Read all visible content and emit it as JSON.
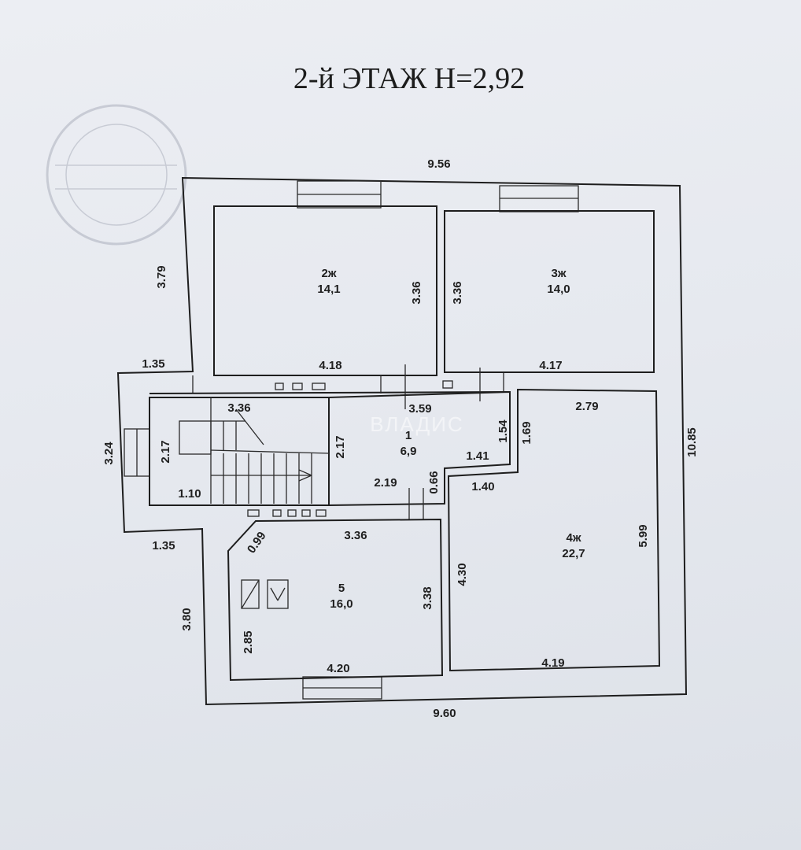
{
  "title": "2-й ЭТАЖ Н=2,92",
  "watermark": "ВЛАДИС",
  "rooms": [
    {
      "number": "2ж",
      "area": "14,1"
    },
    {
      "number": "3ж",
      "area": "14,0"
    },
    {
      "number": "1",
      "area": "6,9"
    },
    {
      "number": "4ж",
      "area": "22,7"
    },
    {
      "number": "5",
      "area": "16,0"
    }
  ],
  "dimensions": {
    "top_total": "9.56",
    "bottom_total": "9.60",
    "right_total": "10.85",
    "left_upper": "3.79",
    "left_step_top": "1.35",
    "left_middle": "3.24",
    "left_step_bottom": "1.35",
    "left_lower": "3.80",
    "room2_right": "3.36",
    "room2_bottom": "4.18",
    "room3_left": "3.36",
    "room3_bottom": "4.17",
    "stair_top": "3.36",
    "stair_side": "2.17",
    "stair_bottom": "1.10",
    "hall_left": "2.17",
    "hall_top": "3.59",
    "hall_bottom": "2.19",
    "hall_step": "0.66",
    "hall_right": "1.54",
    "hall_niche_width": "1.41",
    "hall_niche_bottom": "1.40",
    "room4_left_top": "1.69",
    "room4_top": "2.79",
    "room4_right": "5.99",
    "room4_left": "4.30",
    "room4_bottom": "4.19",
    "room5_corner": "0.99",
    "room5_top": "3.36",
    "room5_right": "3.38",
    "room5_left": "2.85",
    "room5_bottom": "4.20"
  }
}
